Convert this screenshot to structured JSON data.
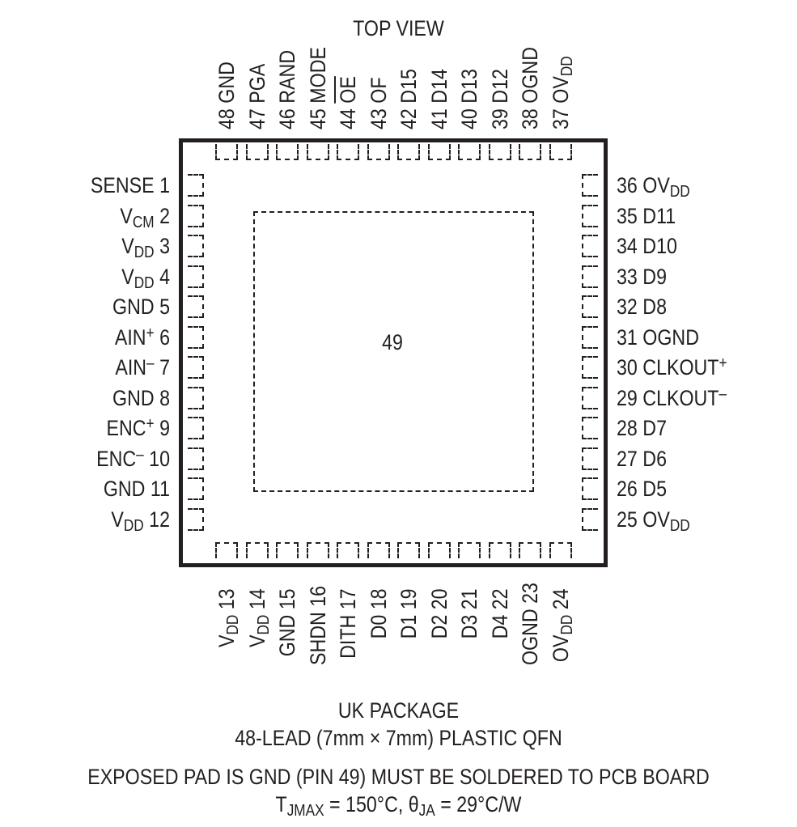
{
  "diagram": {
    "title": "TOP VIEW",
    "exposed_pad_label": "49",
    "left_pins": [
      {
        "num": "1",
        "name": "SENSE",
        "sub": "",
        "sup": ""
      },
      {
        "num": "2",
        "name": "V",
        "sub": "CM",
        "sup": ""
      },
      {
        "num": "3",
        "name": "V",
        "sub": "DD",
        "sup": ""
      },
      {
        "num": "4",
        "name": "V",
        "sub": "DD",
        "sup": ""
      },
      {
        "num": "5",
        "name": "GND",
        "sub": "",
        "sup": ""
      },
      {
        "num": "6",
        "name": "AIN",
        "sub": "",
        "sup": "+"
      },
      {
        "num": "7",
        "name": "AIN",
        "sub": "",
        "sup": "–"
      },
      {
        "num": "8",
        "name": "GND",
        "sub": "",
        "sup": ""
      },
      {
        "num": "9",
        "name": "ENC",
        "sub": "",
        "sup": "+"
      },
      {
        "num": "10",
        "name": "ENC",
        "sub": "",
        "sup": "–"
      },
      {
        "num": "11",
        "name": "GND",
        "sub": "",
        "sup": ""
      },
      {
        "num": "12",
        "name": "V",
        "sub": "DD",
        "sup": ""
      }
    ],
    "bottom_pins": [
      {
        "num": "13",
        "name": "V",
        "sub": "DD"
      },
      {
        "num": "14",
        "name": "V",
        "sub": "DD"
      },
      {
        "num": "15",
        "name": "GND",
        "sub": ""
      },
      {
        "num": "16",
        "name": "SHDN",
        "sub": ""
      },
      {
        "num": "17",
        "name": "DITH",
        "sub": ""
      },
      {
        "num": "18",
        "name": "D0",
        "sub": ""
      },
      {
        "num": "19",
        "name": "D1",
        "sub": ""
      },
      {
        "num": "20",
        "name": "D2",
        "sub": ""
      },
      {
        "num": "21",
        "name": "D3",
        "sub": ""
      },
      {
        "num": "22",
        "name": "D4",
        "sub": ""
      },
      {
        "num": "23",
        "name": "OGND",
        "sub": ""
      },
      {
        "num": "24",
        "name": "OV",
        "sub": "DD"
      }
    ],
    "right_pins": [
      {
        "num": "25",
        "name": "OV",
        "sub": "DD",
        "sup": ""
      },
      {
        "num": "26",
        "name": "D5",
        "sub": "",
        "sup": ""
      },
      {
        "num": "27",
        "name": "D6",
        "sub": "",
        "sup": ""
      },
      {
        "num": "28",
        "name": "D7",
        "sub": "",
        "sup": ""
      },
      {
        "num": "29",
        "name": "CLKOUT",
        "sub": "",
        "sup": "–"
      },
      {
        "num": "30",
        "name": "CLKOUT",
        "sub": "",
        "sup": "+"
      },
      {
        "num": "31",
        "name": "OGND",
        "sub": "",
        "sup": ""
      },
      {
        "num": "32",
        "name": "D8",
        "sub": "",
        "sup": ""
      },
      {
        "num": "33",
        "name": "D9",
        "sub": "",
        "sup": ""
      },
      {
        "num": "34",
        "name": "D10",
        "sub": "",
        "sup": ""
      },
      {
        "num": "35",
        "name": "D11",
        "sub": "",
        "sup": ""
      },
      {
        "num": "36",
        "name": "OV",
        "sub": "DD",
        "sup": ""
      }
    ],
    "top_pins": [
      {
        "num": "37",
        "name": "OV",
        "sub": "DD",
        "overline": false
      },
      {
        "num": "38",
        "name": "OGND",
        "sub": "",
        "overline": false
      },
      {
        "num": "39",
        "name": "D12",
        "sub": "",
        "overline": false
      },
      {
        "num": "40",
        "name": "D13",
        "sub": "",
        "overline": false
      },
      {
        "num": "41",
        "name": "D14",
        "sub": "",
        "overline": false
      },
      {
        "num": "42",
        "name": "D15",
        "sub": "",
        "overline": false
      },
      {
        "num": "43",
        "name": "OF",
        "sub": "",
        "overline": false
      },
      {
        "num": "44",
        "name": "OE",
        "sub": "",
        "overline": true
      },
      {
        "num": "45",
        "name": "MODE",
        "sub": "",
        "overline": false
      },
      {
        "num": "46",
        "name": "RAND",
        "sub": "",
        "overline": false
      },
      {
        "num": "47",
        "name": "PGA",
        "sub": "",
        "overline": false
      },
      {
        "num": "48",
        "name": "GND",
        "sub": "",
        "overline": false
      }
    ]
  },
  "footer": {
    "package_name": "UK PACKAGE",
    "package_desc": "48-LEAD (7mm × 7mm) PLASTIC QFN",
    "note": "EXPOSED PAD IS GND (PIN 49) MUST BE SOLDERED TO PCB BOARD",
    "thermal": {
      "tj_symbol": "T",
      "tj_sub": "JMAX",
      "tj_value": " = 150°C, ",
      "theta_symbol": "θ",
      "theta_sub": "JA",
      "theta_value": " = 29°C/W"
    }
  }
}
